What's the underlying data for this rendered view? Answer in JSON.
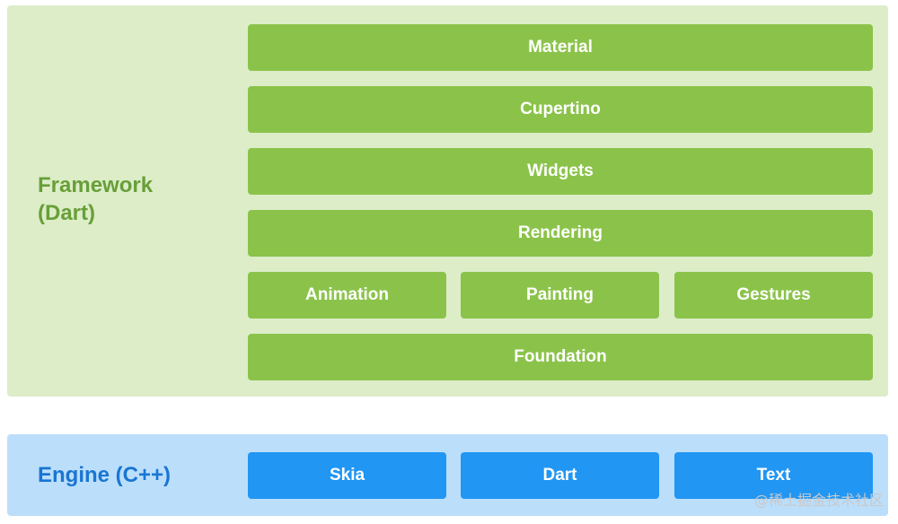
{
  "framework": {
    "label": "Framework\n(Dart)",
    "layers": {
      "material": "Material",
      "cupertino": "Cupertino",
      "widgets": "Widgets",
      "rendering": "Rendering",
      "animation": "Animation",
      "painting": "Painting",
      "gestures": "Gestures",
      "foundation": "Foundation"
    },
    "colors": {
      "panel": "#dcedc8",
      "box": "#8bc34a",
      "label": "#689f38"
    }
  },
  "engine": {
    "label": "Engine (C++)",
    "layers": {
      "skia": "Skia",
      "dart": "Dart",
      "text": "Text"
    },
    "colors": {
      "panel": "#bbdefb",
      "box": "#2196f3",
      "label": "#1976d2"
    }
  },
  "watermark": "@稀土掘金技术社区"
}
